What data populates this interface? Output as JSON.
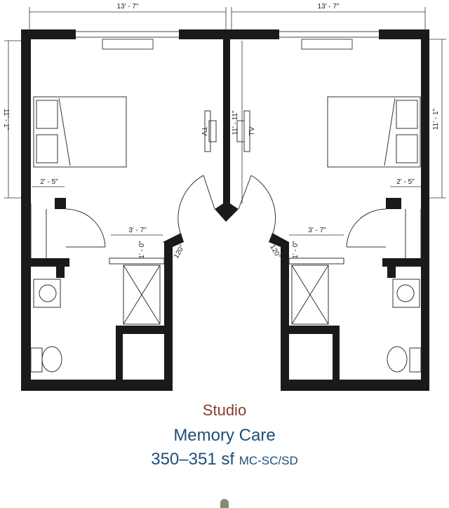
{
  "dimensions": {
    "left_width": "13' - 7\"",
    "right_width": "13' - 7\"",
    "left_depth": "11' - 1\"",
    "right_depth": "11' - 1\"",
    "center_depth": "11' - 11\"",
    "left_closet": "2' - 5\"",
    "right_closet": "2' - 5\"",
    "left_bath": "3' - 7\"",
    "right_bath": "3' - 7\"",
    "left_step": "1' - 0\"",
    "right_step": "1' - 0\"",
    "left_angle": "120°",
    "right_angle": "120°"
  },
  "labels": {
    "tv_left": "TV",
    "tv_right": "TV"
  },
  "caption": {
    "title": "Studio",
    "subtitle": "Memory Care",
    "area": "350–351 sf",
    "code": "MC-SC/SD"
  },
  "colors": {
    "wall": "#1a1a1a",
    "title": "#8a3a2a",
    "text": "#1f4e79"
  }
}
